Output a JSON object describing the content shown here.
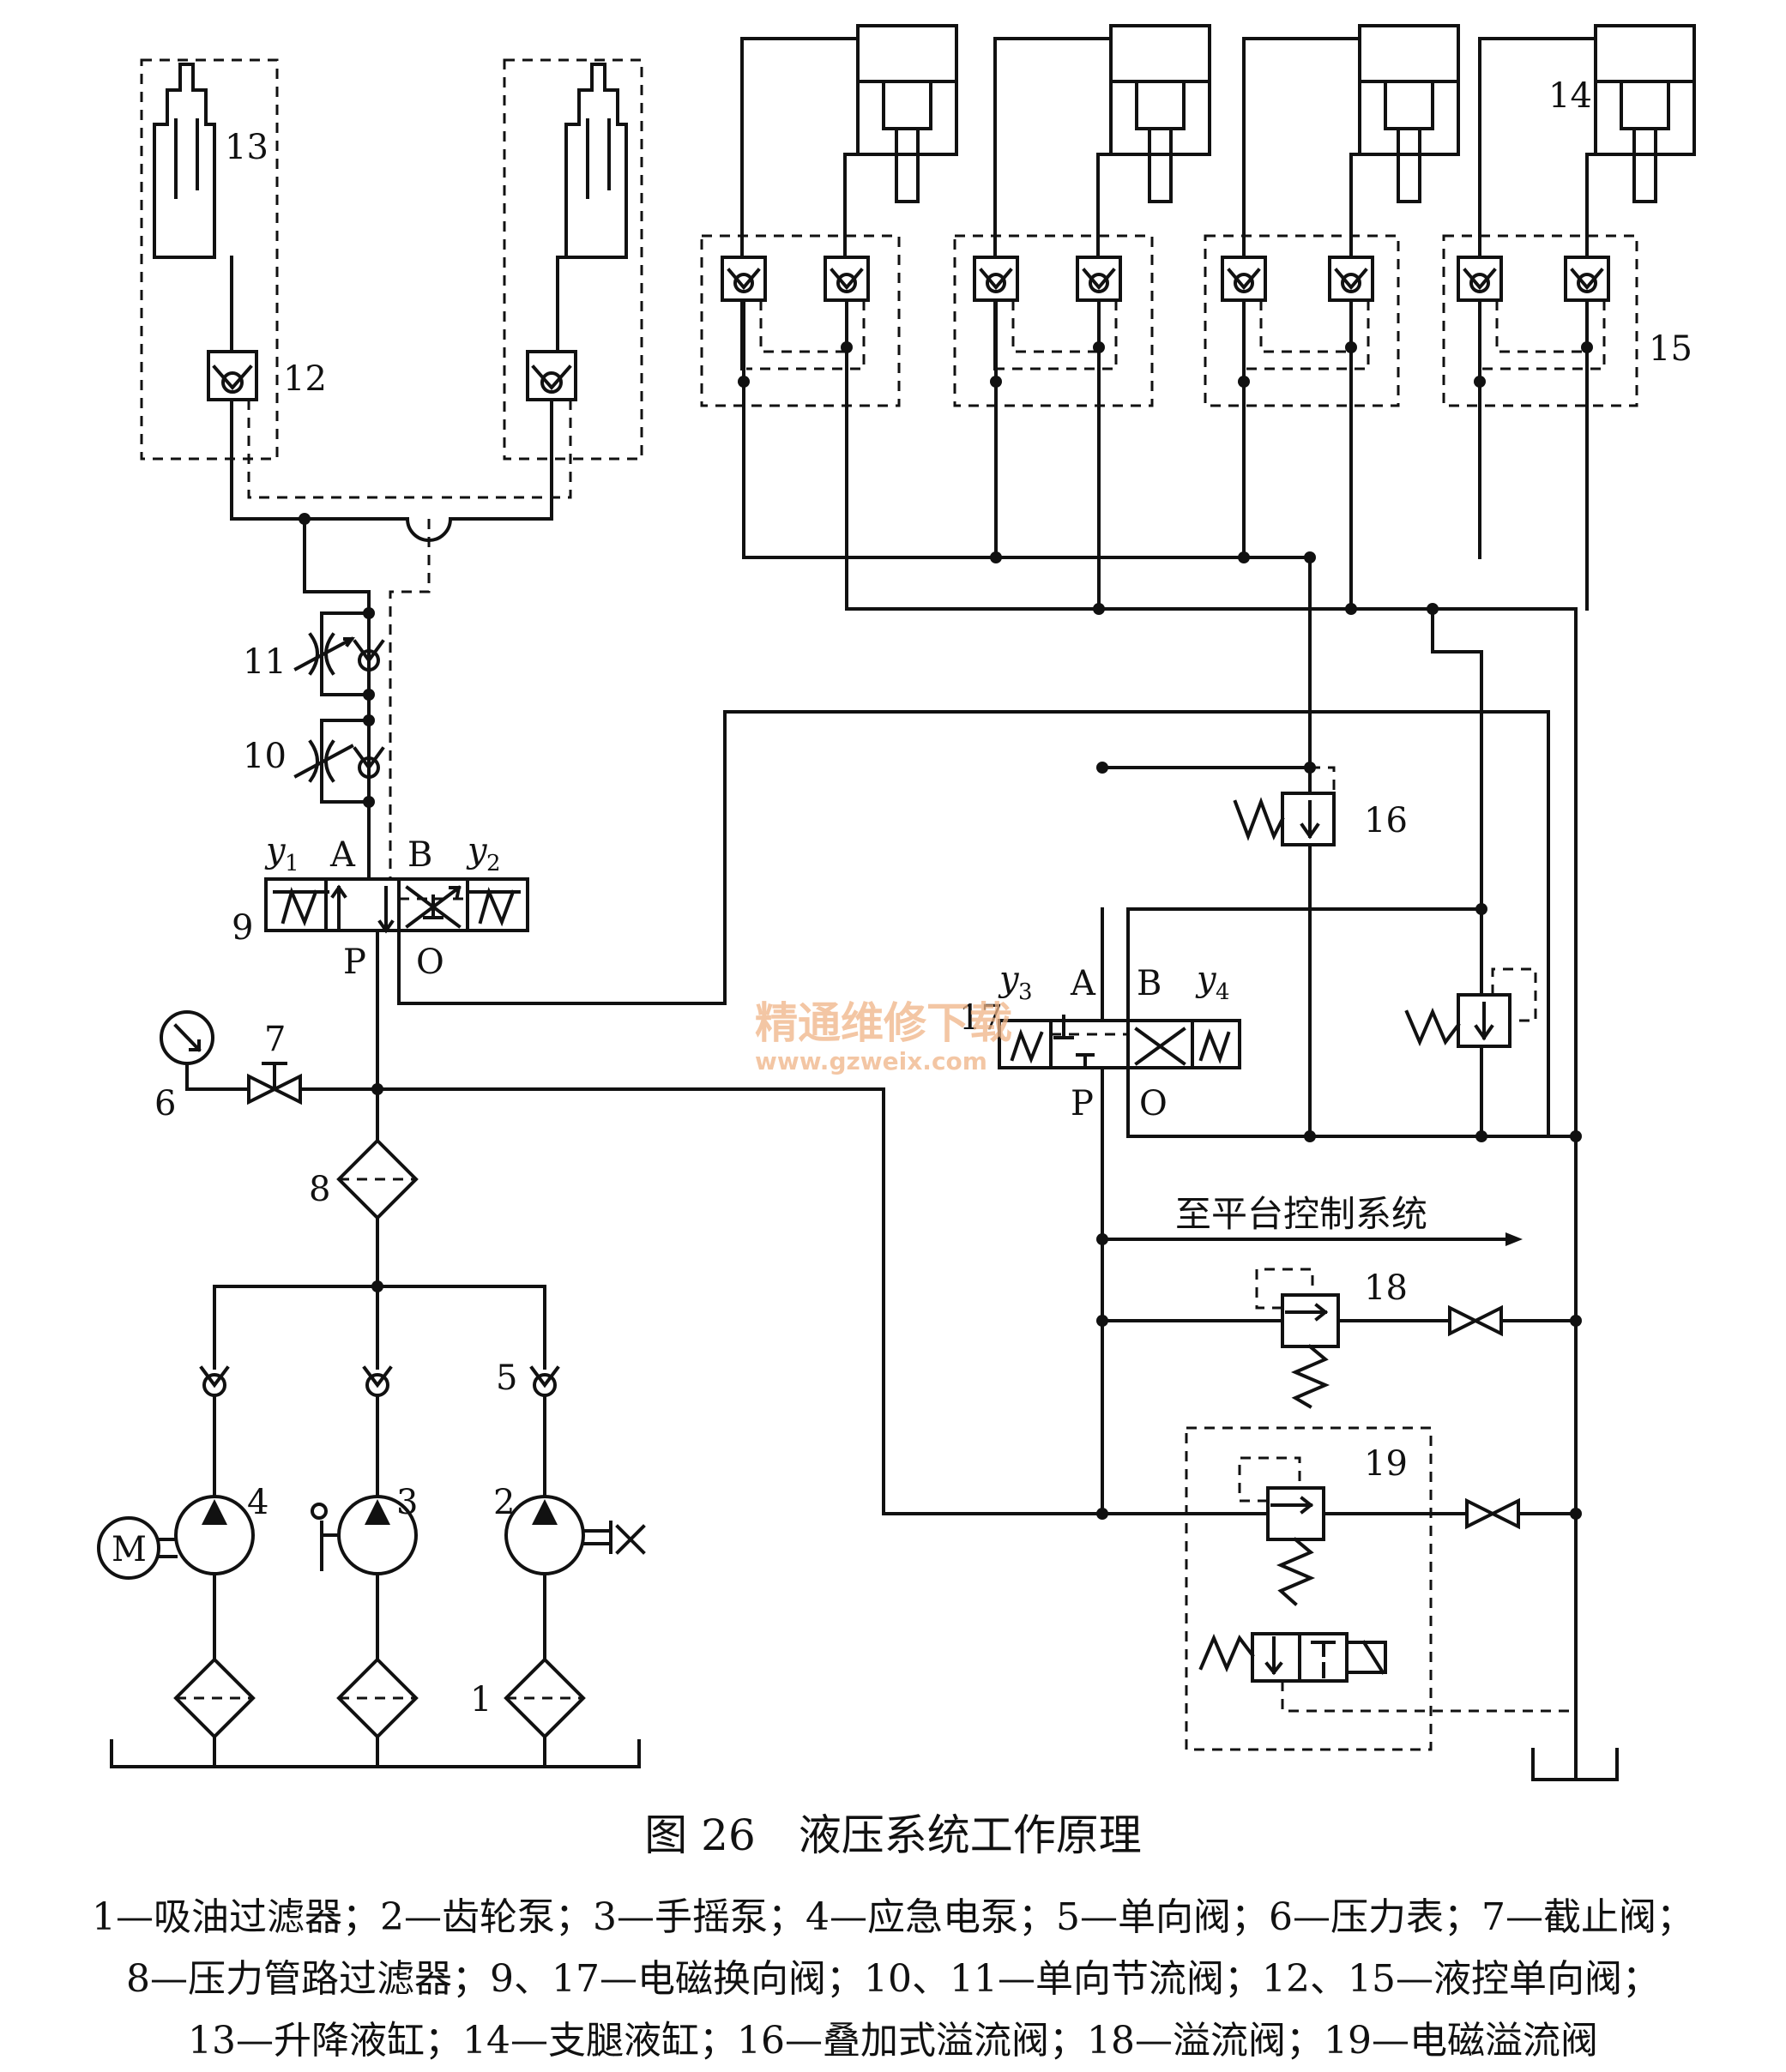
{
  "figure": {
    "title": "图 26　液压系统工作原理",
    "legend_lines": [
      "1—吸油过滤器；2—齿轮泵；3—手摇泵；4—应急电泵；5—单向阀；6—压力表；7—截止阀；",
      "8—压力管路过滤器；9、17—电磁换向阀；10、11—单向节流阀；12、15—液控单向阀；",
      "13—升降液缸；14—支腿液缸；16—叠加式溢流阀；18—溢流阀；19—电磁溢流阀"
    ]
  },
  "labels": {
    "n1": "1",
    "n2": "2",
    "n3": "3",
    "n4": "4",
    "n5": "5",
    "n6": "6",
    "n7": "7",
    "n8": "8",
    "n9": "9",
    "n10": "10",
    "n11": "11",
    "n12": "12",
    "n13": "13",
    "n14": "14",
    "n15": "15",
    "n16": "16",
    "n17": "17",
    "n18": "18",
    "n19": "19",
    "motor": "M",
    "y": "y",
    "y1_sub": "1",
    "y2_sub": "2",
    "y3_sub": "3",
    "y4_sub": "4",
    "port_a": "A",
    "port_b": "B",
    "port_p": "P",
    "port_o": "O",
    "to_platform": "至平台控制系统"
  },
  "watermark": {
    "line1": "精通维修下载",
    "line2": "www.gzweix.com"
  }
}
